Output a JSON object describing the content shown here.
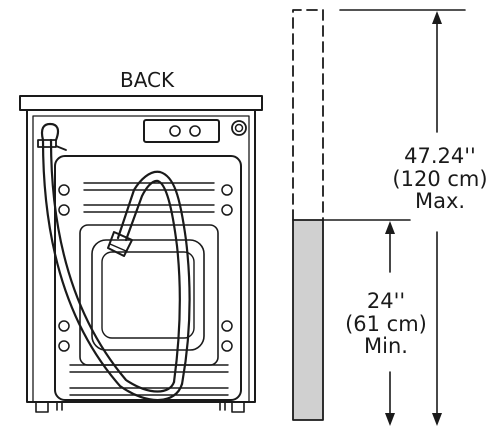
{
  "labels": {
    "back": "BACK",
    "max_measure_in": "47.24''",
    "max_measure_cm": "(120 cm)",
    "max_qualifier": "Max.",
    "min_measure_in": "24''",
    "min_measure_cm": "(61 cm)",
    "min_qualifier": "Min."
  },
  "colors": {
    "line": "#1a1a1a",
    "standpipe_fill": "#d0d0d0",
    "background": "#ffffff"
  },
  "icons": {
    "machine": "washer-back-view",
    "hose": "drain-hose",
    "pipe": "standpipe"
  }
}
